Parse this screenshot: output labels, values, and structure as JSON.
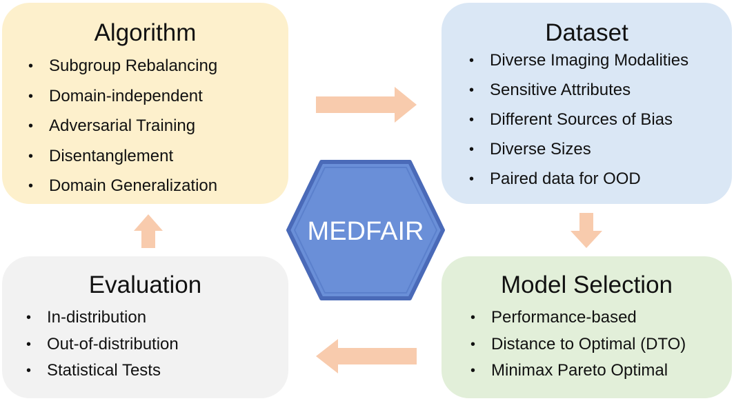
{
  "center": {
    "label": "MEDFAIR"
  },
  "algorithm": {
    "title": "Algorithm",
    "items": [
      "Subgroup Rebalancing",
      "Domain-independent",
      "Adversarial Training",
      "Disentanglement",
      "Domain Generalization"
    ]
  },
  "dataset": {
    "title": "Dataset",
    "items": [
      "Diverse Imaging Modalities",
      "Sensitive Attributes",
      "Different Sources of Bias",
      "Diverse Sizes",
      "Paired data for OOD"
    ]
  },
  "model_selection": {
    "title": "Model Selection",
    "items": [
      "Performance-based",
      "Distance to Optimal (DTO)",
      "Minimax Pareto Optimal"
    ]
  },
  "evaluation": {
    "title": "Evaluation",
    "items": [
      "In-distribution",
      "Out-of-distribution",
      "Statistical Tests"
    ]
  },
  "colors": {
    "algorithm_bg": "#fdf0cc",
    "dataset_bg": "#dae7f5",
    "model_selection_bg": "#e2efd9",
    "evaluation_bg": "#f2f2f2",
    "arrow": "#f8cbad",
    "hexagon_fill": "#6a8fd8",
    "hexagon_border": "#4767b5"
  }
}
